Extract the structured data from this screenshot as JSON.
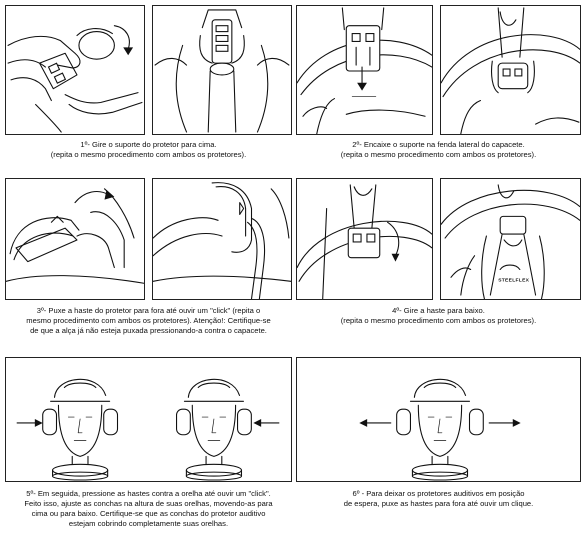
{
  "steps": [
    {
      "id": 1,
      "lines": [
        "1º- Gire o suporte do protetor para cima.",
        "(repita o mesmo procedimento com ambos os protetores)."
      ]
    },
    {
      "id": 2,
      "lines": [
        "2º- Encaixe o suporte na fenda lateral do capacete.",
        "(repita o mesmo procedimento com ambos os protetores)."
      ]
    },
    {
      "id": 3,
      "lines": [
        "3º- Puxe a haste do protetor para fora até ouvir um \"click\" (repita o",
        "mesmo procedimento com ambos os protetores). Atenção!: Certifique-se",
        "de que a alça já não esteja puxada pressionando-a contra o capacete."
      ]
    },
    {
      "id": 4,
      "lines": [
        "4º- Gire a haste para baixo.",
        "(repita o mesmo procedimento com ambos os protetores)."
      ]
    },
    {
      "id": 5,
      "lines": [
        "5º- Em seguida, pressione as hastes contra a orelha até ouvir um \"click\".",
        "Feito isso, ajuste as conchas na altura de suas orelhas, movendo-as para",
        "cima ou para baixo. Certifique-se que as conchas do protetor auditivo",
        "estejam cobrindo completamente suas orelhas."
      ]
    },
    {
      "id": 6,
      "lines": [
        "6º - Para deixar os protetores auditivos em posição",
        "de espera, puxe as hastes para fora até ouvir um clique."
      ]
    }
  ],
  "brand": {
    "name": "STEELFLEX"
  }
}
